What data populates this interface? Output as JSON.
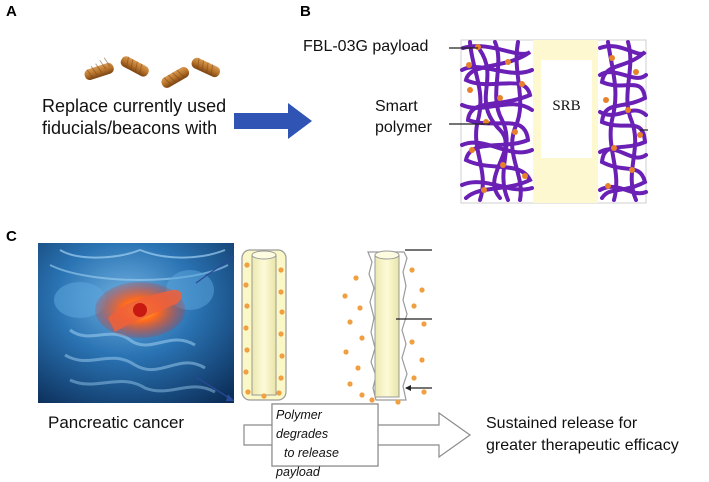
{
  "panels": {
    "a": {
      "letter": "A",
      "caption_line1": "Replace currently used",
      "caption_line2": "fiducials/beacons with",
      "colors": {
        "fiducial": "#b8742a",
        "arrow": "#2f54b3"
      }
    },
    "b": {
      "letter": "B",
      "payload_label": "FBL-03G payload",
      "polymer_line1": "Smart",
      "polymer_line2": "polymer",
      "core_label": "SRB",
      "colors": {
        "polymer": "#6a1fb5",
        "core": "#fdf8cf",
        "payload_dot": "#e8822a"
      }
    },
    "c": {
      "letter": "C",
      "image_label": "Pancreatic cancer",
      "process_line1": "Polymer degrades",
      "process_line2": "to release",
      "process_line3": "payload",
      "outcome_line1": "Sustained release for",
      "outcome_line2": "greater therapeutic efficacy",
      "colors": {
        "rod": "#fbf8c7",
        "payload_dot": "#f0a040",
        "tumor": "#e8402a",
        "anatomy_bg": "#1d5f9a"
      }
    }
  }
}
